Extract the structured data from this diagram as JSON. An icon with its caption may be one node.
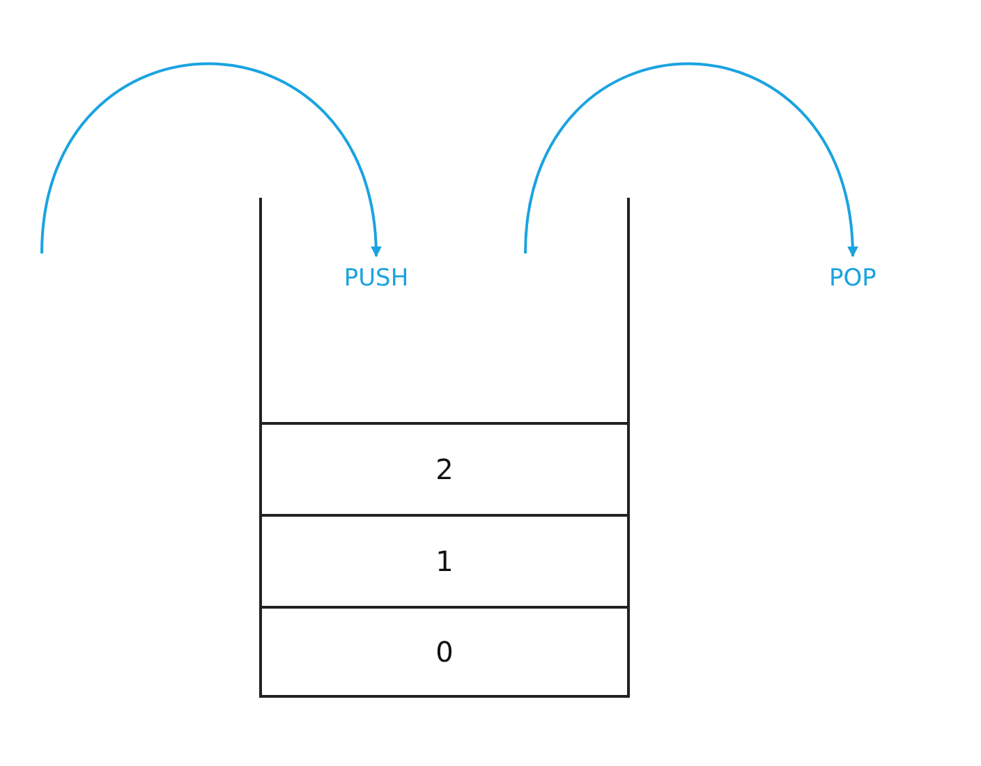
{
  "diagram": {
    "nodes": [
      {
        "text": [],
        "shape": "box"
      },
      {
        "text": [
          "2"
        ],
        "in": 0
      },
      {
        "text": [
          "1"
        ],
        "in": 0
      },
      {
        "text": [
          "0"
        ],
        "in": 0
      },
      {
        "text": [
          "PUSH"
        ],
        "in": 0
      },
      {
        "text": [
          "POP"
        ]
      }
    ],
    "edges": [
      {
        "from": null,
        "to": 4,
        "arrow": "to"
      },
      {
        "from": null,
        "to": 5,
        "arrow": "to"
      }
    ]
  }
}
